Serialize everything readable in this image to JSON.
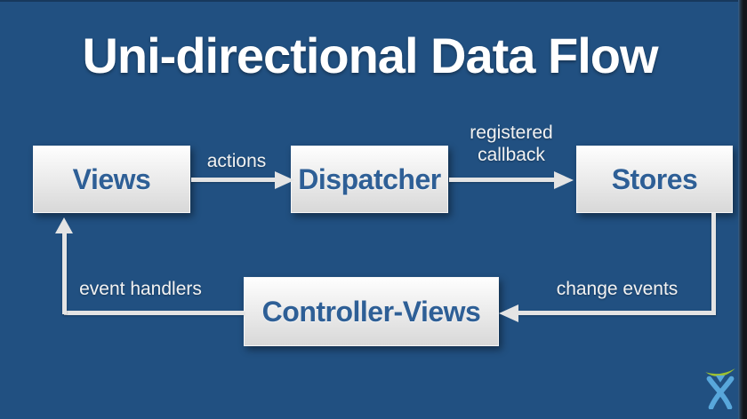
{
  "title": "Uni-directional Data Flow",
  "nodes": [
    {
      "id": "views",
      "label": "Views"
    },
    {
      "id": "dispatcher",
      "label": "Dispatcher"
    },
    {
      "id": "stores",
      "label": "Stores"
    },
    {
      "id": "controller-views",
      "label": "Controller-Views"
    }
  ],
  "edges": [
    {
      "from": "views",
      "to": "dispatcher",
      "label": "actions"
    },
    {
      "from": "dispatcher",
      "to": "stores",
      "label": "registered\ncallback"
    },
    {
      "from": "stores",
      "to": "controller-views",
      "label": "change events"
    },
    {
      "from": "controller-views",
      "to": "views",
      "label": "event handlers"
    }
  ],
  "logo": {
    "name": "atlassian-logo"
  },
  "colors": {
    "background": "#215081",
    "node_fill_top": "#fefefe",
    "node_fill_bottom": "#d8d8d8",
    "node_text": "#2e5f96",
    "arrow": "#e4e4e4",
    "label_text": "#f2f2f2",
    "title_text": "#ffffff",
    "logo_green": "#9dc131",
    "logo_blue": "#58a7db"
  }
}
